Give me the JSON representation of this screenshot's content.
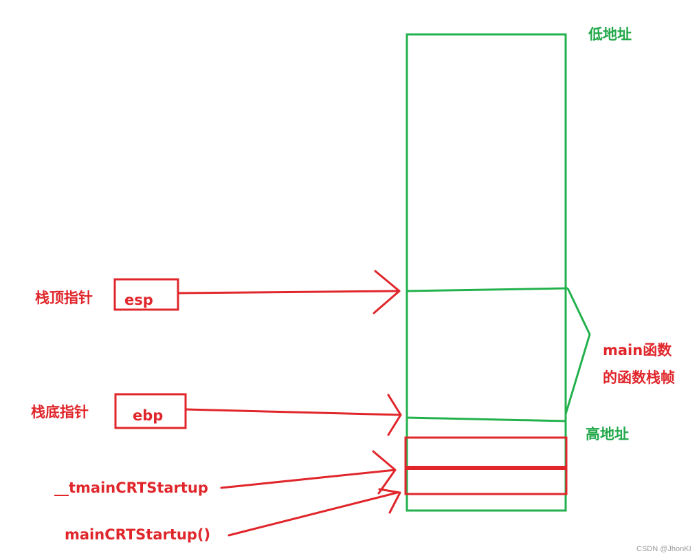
{
  "colors": {
    "stack": "#22b14c",
    "pointer": "#e0262b",
    "watermark": "#9a9a9a"
  },
  "labels": {
    "low_address": "低地址",
    "high_address": "高地址",
    "esp_caption": "栈顶指针",
    "esp_register": "esp",
    "ebp_caption": "栈底指针",
    "ebp_register": "ebp",
    "frame_line1": "main函数",
    "frame_line2": "的函数栈帧",
    "caller1": "__tmainCRTStartup",
    "caller2": "mainCRTStartup()"
  },
  "watermark": "CSDN @JhonKI"
}
